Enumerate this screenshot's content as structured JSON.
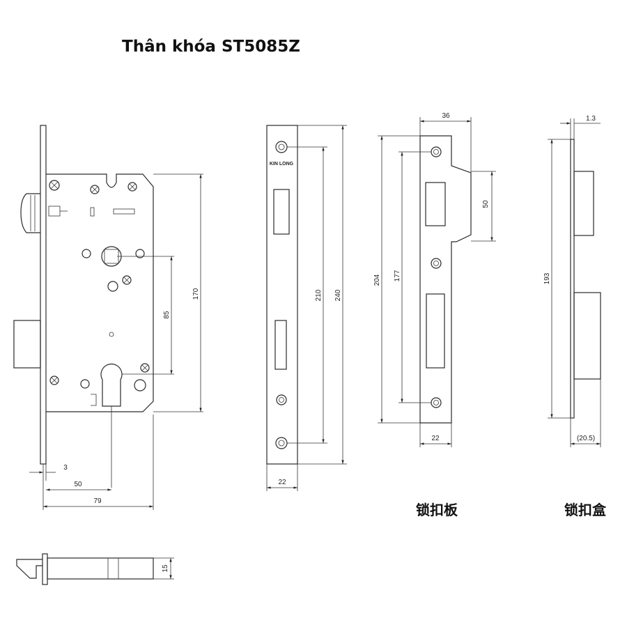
{
  "title": "Thân khóa ST5085Z",
  "brand_mark": "KIN LONG",
  "labels": {
    "strike_plate": "锁扣板",
    "strike_box": "锁扣盒"
  },
  "dimensions": {
    "lock_body": {
      "faceplate_thickness": "3",
      "backset": "50",
      "body_width": "79",
      "body_height": "170",
      "handle_to_cylinder": "85",
      "bottom_view_thickness": "15"
    },
    "faceplate": {
      "width": "22",
      "hole_spacing": "210",
      "total_length": "240"
    },
    "strike_plate": {
      "width_top": "36",
      "latch_opening": "50",
      "total_length": "204",
      "hole_spacing": "177",
      "width_bottom": "22"
    },
    "strike_box": {
      "plate_thickness": "1.3",
      "length": "193",
      "depth": "(20.5)"
    }
  }
}
